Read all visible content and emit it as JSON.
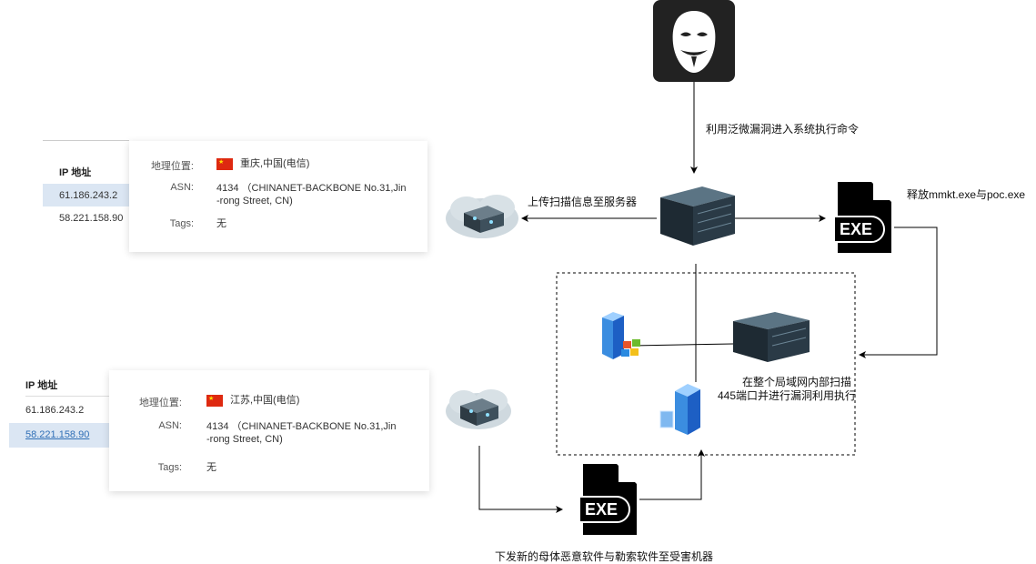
{
  "panels": [
    {
      "header": "IP 地址",
      "rows": [
        "61.186.243.2",
        "58.221.158.90"
      ],
      "selected": 0,
      "popover": {
        "location_label": "地理位置:",
        "location": "重庆,中国(电信)",
        "asn_label": "ASN:",
        "asn_line1": "4134 （CHINANET-BACKBONE No.31,Jin",
        "asn_line2": "-rong Street, CN)",
        "tags_label": "Tags:",
        "tags": "无"
      }
    },
    {
      "header": "IP 地址",
      "rows": [
        "61.186.243.2",
        "58.221.158.90"
      ],
      "selected": 1,
      "popover": {
        "location_label": "地理位置:",
        "location": "江苏,中国(电信)",
        "asn_label": "ASN:",
        "asn_line1": "4134 （CHINANET-BACKBONE No.31,Jin",
        "asn_line2": "-rong Street, CN)",
        "tags_label": "Tags:",
        "tags": "无"
      }
    }
  ],
  "diagram": {
    "label_exploit": "利用泛微漏洞进入系统执行命令",
    "label_upload": "上传扫描信息至服务器",
    "label_release": "释放mmkt.exe与poc.exe",
    "label_scan_1": "在整个局域网内部扫描",
    "label_scan_2": "445端口并进行漏洞利用执行",
    "label_deliver": "下发新的母体恶意软件与勒索软件至受害机器",
    "exe_text": "EXE"
  },
  "colors": {
    "highlight": "#dbe6f3",
    "link": "#2f6fb6",
    "flag": "#de2910"
  }
}
